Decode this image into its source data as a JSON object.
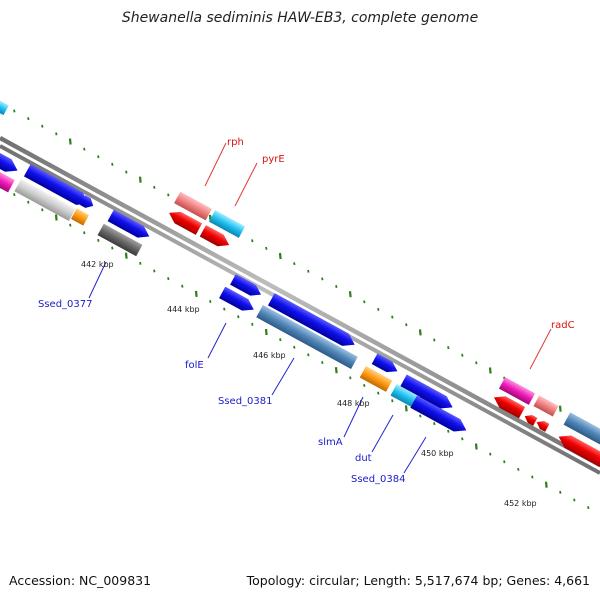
{
  "title": "Shewanella sediminis HAW-EB3, complete genome",
  "footer": {
    "accession": "Accession: NC_009831",
    "topology": "Topology: circular; Length: 5,517,674 bp; Genes: 4,661"
  },
  "colors": {
    "gene_label_blue": "#1a1acc",
    "gene_label_red": "#dd1111",
    "backbone": "#9a9a9a",
    "tick": "#2e7d1e"
  },
  "ticks": [
    "442 kbp",
    "444 kbp",
    "446 kbp",
    "448 kbp",
    "450 kbp",
    "452 kbp"
  ],
  "gene_labels_reverse": [
    "rph",
    "pyrE",
    "radC"
  ],
  "gene_labels_forward": [
    "Ssed_0377",
    "folE",
    "Ssed_0381",
    "slmA",
    "dut",
    "Ssed_0384"
  ]
}
